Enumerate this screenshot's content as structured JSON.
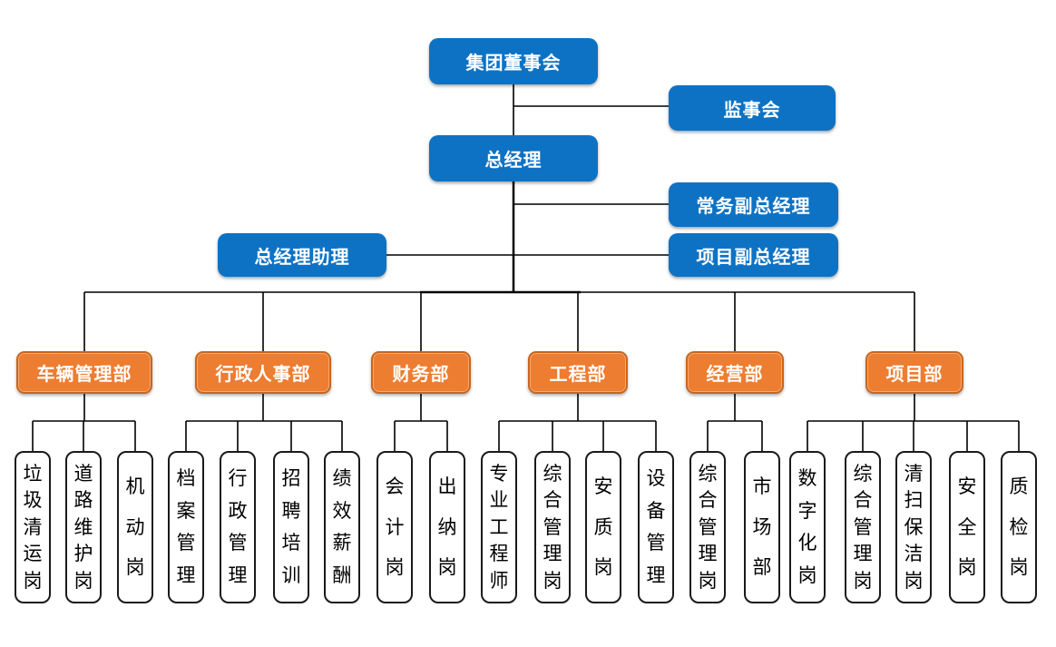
{
  "colors": {
    "blue": "#0e72c4",
    "orange": "#ed7d31",
    "orange_border": "#c9661c",
    "line": "#000000",
    "leaf_border": "#1a1a1a"
  },
  "executives": {
    "board": "集团董事会",
    "supervisory": "监事会",
    "gm": "总经理",
    "exec_deputy_gm": "常务副总经理",
    "gm_assistant": "总经理助理",
    "project_deputy_gm": "项目副总经理"
  },
  "departments": [
    {
      "label": "车辆管理部",
      "positions": [
        "垃圾清运岗",
        "道路维护岗",
        "机动岗"
      ]
    },
    {
      "label": "行政人事部",
      "positions": [
        "档案管理",
        "行政管理",
        "招聘培训",
        "绩效薪酬"
      ]
    },
    {
      "label": "财务部",
      "positions": [
        "会计岗",
        "出纳岗"
      ]
    },
    {
      "label": "工程部",
      "positions": [
        "专业工程师",
        "综合管理岗",
        "安质岗",
        "设备管理"
      ]
    },
    {
      "label": "经营部",
      "positions": [
        "综合管理岗",
        "市场部"
      ]
    },
    {
      "label": "项目部",
      "positions": [
        "数字化岗",
        "综合管理岗",
        "清扫保洁岗",
        "安全岗",
        "质检岗"
      ]
    }
  ]
}
